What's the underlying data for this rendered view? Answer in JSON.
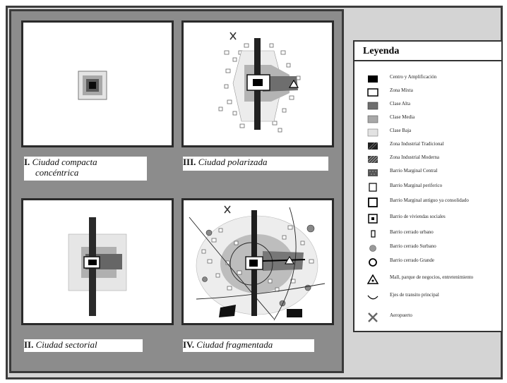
{
  "legend": {
    "title": "Leyenda",
    "items": [
      {
        "label": "Centro y Amplificación",
        "icon": "solid-black-rect"
      },
      {
        "label": "Zona Mixta",
        "icon": "white-rect"
      },
      {
        "label": "Clase Alta",
        "icon": "dark-gray-rect"
      },
      {
        "label": "Clase Media",
        "icon": "medium-gray-rect"
      },
      {
        "label": "Clase Baja",
        "icon": "light-gray-rect"
      },
      {
        "label": "Zona Industrial Tradicional",
        "icon": "dense-hatch-rect"
      },
      {
        "label": "Zona Industrial Moderna",
        "icon": "diagonal-hatch-rect"
      },
      {
        "label": "Barrio Marginal Central",
        "icon": "dotted-dark-rect"
      },
      {
        "label": "Barrio Marginal periferico",
        "icon": "small-square"
      },
      {
        "label": "Barrio Marginal antiguo ya consolidado",
        "icon": "bold-square"
      },
      {
        "label": "Barrio de viviendas sociales",
        "icon": "square-with-dot"
      },
      {
        "label": "Barrio cerrado urbano",
        "icon": "small-rect-outline"
      },
      {
        "label": "Barrio cerrado Surbano",
        "icon": "gray-circle"
      },
      {
        "label": "Barrio cerrado Grande",
        "icon": "circle-outline"
      },
      {
        "label": "Mall, parque de negocios, entretenimiento",
        "icon": "triangle"
      },
      {
        "label": "Ejes de transito principal",
        "icon": "curve-line"
      },
      {
        "label": "Aeropuerto",
        "icon": "airport-x"
      }
    ]
  },
  "panels": [
    {
      "numeral": "I.",
      "title_line1": "Ciudad compacta",
      "title_line2": "concéntrica"
    },
    {
      "numeral": "III.",
      "title": "Ciudad polarizada"
    },
    {
      "numeral": "II.",
      "title": "Ciudad sectorial"
    },
    {
      "numeral": "IV.",
      "title": "Ciudad fragmentada"
    }
  ],
  "colors": {
    "frame_bg": "#d4d4d4",
    "panel_group_bg": "#8c8c8c",
    "clase_alta": "#6e6e6e",
    "clase_media": "#a8a8a8",
    "clase_baja": "#e2e2e2"
  }
}
